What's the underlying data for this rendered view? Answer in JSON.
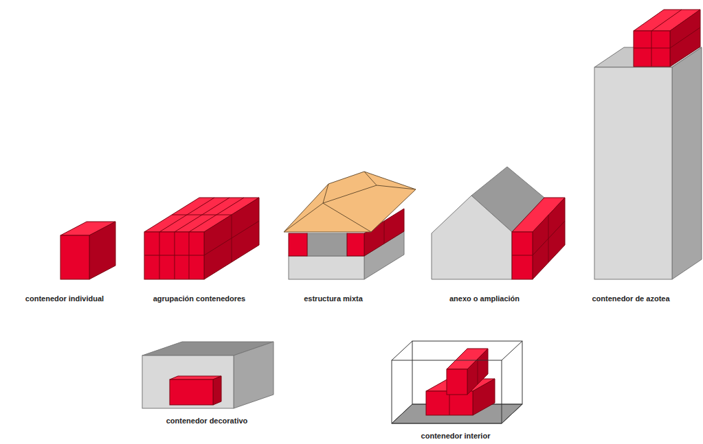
{
  "diagram": {
    "labels": [
      "contenedor individual",
      "agrupación contenedores",
      "estructura mixta",
      "anexo o ampliación",
      "contenedor de azotea",
      "contenedor decorativo",
      "contenedor interior"
    ]
  }
}
